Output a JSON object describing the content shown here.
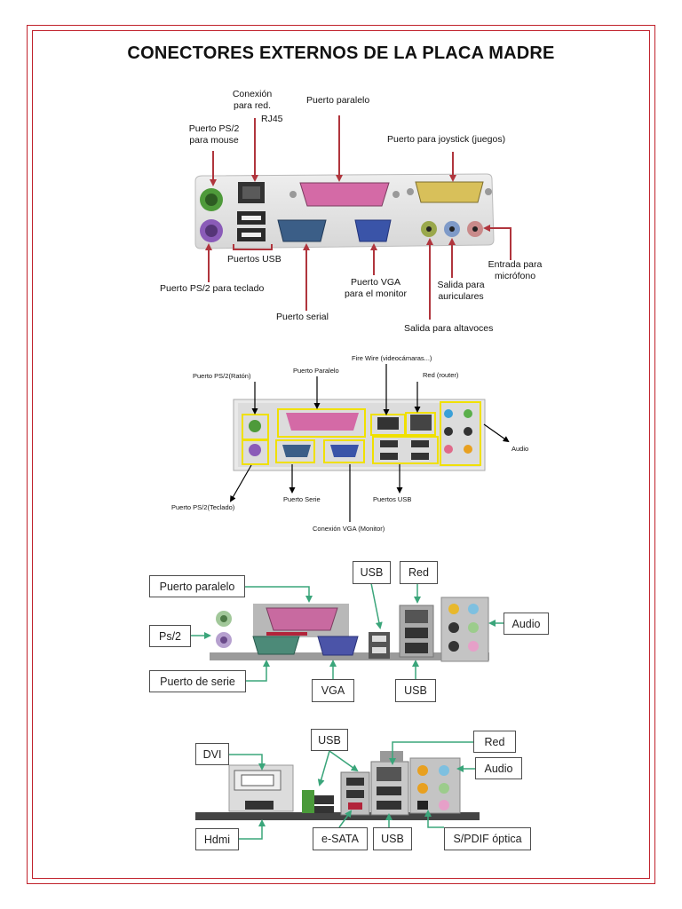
{
  "title": "CONECTORES EXTERNOS DE LA PLACA  MADRE",
  "colors": {
    "frame": "#c0212b",
    "arrow1": "#b0353d",
    "highlight": "#f0e000",
    "arrow3": "#3aa57a"
  },
  "diagram1": {
    "labels": {
      "ps2_mouse": "Puerto PS/2\npara mouse",
      "network": "Conexión\npara red.",
      "rj45": "RJ45",
      "parallel": "Puerto paralelo",
      "joystick": "Puerto para joystick (juegos)",
      "usb": "Puertos USB",
      "ps2_keyboard": "Puerto PS/2 para teclado",
      "serial": "Puerto serial",
      "vga": "Puerto VGA\npara el monitor",
      "headphones": "Salida para\nauriculares",
      "mic": "Entrada para\nmicrófono",
      "speakers": "Salida para  altavoces"
    }
  },
  "diagram2": {
    "labels": {
      "ps2_mouse": "Puerto PS/2(Ratón)",
      "parallel": "Puerto Paralelo",
      "firewire": "Fire Wire (videocámaras...)",
      "network": "Red (router)",
      "audio": "Audio",
      "ps2_keyboard": "Puerto PS/2(Teclado)",
      "serial": "Puerto Serie",
      "usb": "Puertos USB",
      "vga": "Conexión VGA (Monitor)"
    }
  },
  "diagram3": {
    "labels": {
      "parallel": "Puerto paralelo",
      "usb_top": "USB",
      "network": "Red",
      "ps2": "Ps/2",
      "audio": "Audio",
      "serial": "Puerto de serie",
      "vga": "VGA",
      "usb_bottom": "USB"
    }
  },
  "diagram4": {
    "labels": {
      "dvi": "DVI",
      "usb_top": "USB",
      "network": "Red",
      "audio": "Audio",
      "hdmi": "Hdmi",
      "esata": "e-SATA",
      "usb_bottom": "USB",
      "spdif": "S/PDIF óptica"
    }
  }
}
